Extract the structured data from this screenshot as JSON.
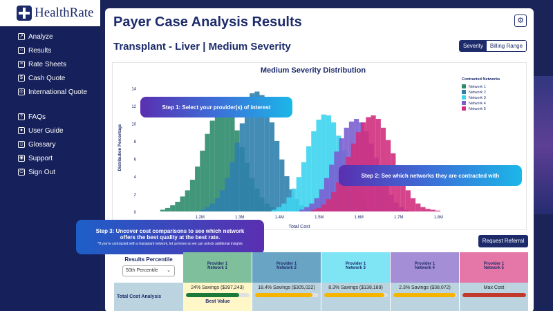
{
  "app": {
    "name": "HealthRate"
  },
  "sidebar": {
    "primary": [
      {
        "label": "Analyze",
        "icon": "chart-icon"
      },
      {
        "label": "Results",
        "icon": "search-icon"
      },
      {
        "label": "Rate Sheets",
        "icon": "document-icon"
      },
      {
        "label": "Cash Quote",
        "icon": "cash-icon"
      },
      {
        "label": "International Quote",
        "icon": "globe-icon"
      }
    ],
    "secondary": [
      {
        "label": "FAQs",
        "icon": "question-icon"
      },
      {
        "label": "User Guide",
        "icon": "user-icon"
      },
      {
        "label": "Glossary",
        "icon": "book-icon"
      },
      {
        "label": "Support",
        "icon": "support-icon"
      },
      {
        "label": "Sign Out",
        "icon": "power-icon"
      }
    ]
  },
  "main": {
    "title": "Payer Case Analysis Results",
    "subtitle": "Transplant - Liver | Medium Severity",
    "toggle": {
      "severity": "Severity",
      "billing": "Billing Range"
    },
    "request_referral": "Request Referral"
  },
  "callouts": {
    "step1": "Step 1: Select your provider(s) of interest",
    "step2": "Step 2: See which networks they are contracted with",
    "step3_line1": "Step 3: Uncover cost comparisons to see which network",
    "step3_line2": "offers the best quality at the best rate.",
    "step3_note": "*If you're contracted with a transplant network, let us know so we can unlock additional insights"
  },
  "table": {
    "percentile_label": "Results Percentile",
    "percentile_value": "50th Percentile",
    "row_label": "Total Cost Analysis",
    "best_value": "Best Value",
    "columns": [
      {
        "provider": "Provider 1",
        "network": "Network 1",
        "color": "#7fbf9c",
        "savings": "24% Savings ($397,243)",
        "fill": 0.84,
        "barcolor": "#1a7a3a"
      },
      {
        "provider": "Provider 1",
        "network": "Network 2",
        "color": "#6aa4c4",
        "savings": "18.4% Savings ($305,022)",
        "fill": 0.9,
        "barcolor": "#f4b400"
      },
      {
        "provider": "Provider 1",
        "network": "Network 3",
        "color": "#7fe4f4",
        "savings": "8.3% Savings ($138,189)",
        "fill": 0.95,
        "barcolor": "#f4b400"
      },
      {
        "provider": "Provider 1",
        "network": "Network 4",
        "color": "#a48ed6",
        "savings": "2.3% Savings ($38,072)",
        "fill": 0.98,
        "barcolor": "#f4b400"
      },
      {
        "provider": "Provider 1",
        "network": "Network 5",
        "color": "#e577a8",
        "savings": "Max Cost",
        "fill": 1.0,
        "barcolor": "#c0392b"
      }
    ]
  },
  "chart_data": {
    "type": "bar",
    "title": "Medium Severity Distribution",
    "xlabel": "Total Cost",
    "ylabel": "Distribution Percentage",
    "legend_title": "Contracted Networks",
    "legend_position": "top-right",
    "xlim": [
      1.05,
      1.85
    ],
    "ylim": [
      0,
      14.5
    ],
    "x_ticks": [
      "1.2M",
      "1.3M",
      "1.4M",
      "1.5M",
      "1.6M",
      "1.7M",
      "1.8M"
    ],
    "x_tick_values": [
      1.2,
      1.3,
      1.4,
      1.5,
      1.6,
      1.7,
      1.8
    ],
    "y_ticks": [
      0,
      2,
      4,
      6,
      8,
      10,
      12,
      14
    ],
    "series": [
      {
        "name": "Network 1",
        "color": "#2e8b6a",
        "x_start": 1.1,
        "bin_width": 0.0125,
        "values": [
          0.2,
          0.4,
          0.7,
          1.1,
          1.7,
          2.4,
          3.6,
          5.1,
          6.9,
          8.8,
          10.3,
          11.6,
          12.4,
          12.1,
          10.9,
          9.2,
          7.3,
          5.5,
          3.8,
          2.6,
          1.6,
          0.9,
          0.5,
          0.2
        ]
      },
      {
        "name": "Network 2",
        "color": "#2f7fae",
        "x_start": 1.2,
        "bin_width": 0.0125,
        "values": [
          0.2,
          0.5,
          0.9,
          1.5,
          2.4,
          3.8,
          5.6,
          7.8,
          10.0,
          12.0,
          13.4,
          13.6,
          13.2,
          11.9,
          10.1,
          8.0,
          5.9,
          4.0,
          2.5,
          1.4,
          0.7,
          0.3
        ]
      },
      {
        "name": "Network 3",
        "color": "#3ed4f0",
        "x_start": 1.38,
        "bin_width": 0.0125,
        "values": [
          0.2,
          0.5,
          0.9,
          1.6,
          2.6,
          3.9,
          5.6,
          7.4,
          9.1,
          10.4,
          11.0,
          10.9,
          10.1,
          8.6,
          6.9,
          5.1,
          3.5,
          2.2,
          1.3,
          0.6,
          0.3
        ]
      },
      {
        "name": "Network 4",
        "color": "#7a5fd0",
        "x_start": 1.45,
        "bin_width": 0.0125,
        "values": [
          0.2,
          0.5,
          0.9,
          1.5,
          2.5,
          3.8,
          5.3,
          6.8,
          8.3,
          9.5,
          10.2,
          10.5,
          10.1,
          9.1,
          7.7,
          6.1,
          4.5,
          3.1,
          1.9,
          1.0,
          0.5,
          0.2
        ]
      },
      {
        "name": "Network 5",
        "color": "#d0307e",
        "x_start": 1.48,
        "bin_width": 0.0125,
        "values": [
          0.2,
          0.4,
          0.8,
          1.4,
          2.2,
          3.3,
          4.7,
          6.2,
          7.7,
          9.0,
          10.1,
          10.7,
          10.9,
          10.5,
          9.5,
          8.1,
          6.6,
          5.0,
          3.6,
          2.4,
          1.5,
          0.9,
          0.5,
          0.3,
          0.2,
          0.1
        ]
      }
    ]
  }
}
